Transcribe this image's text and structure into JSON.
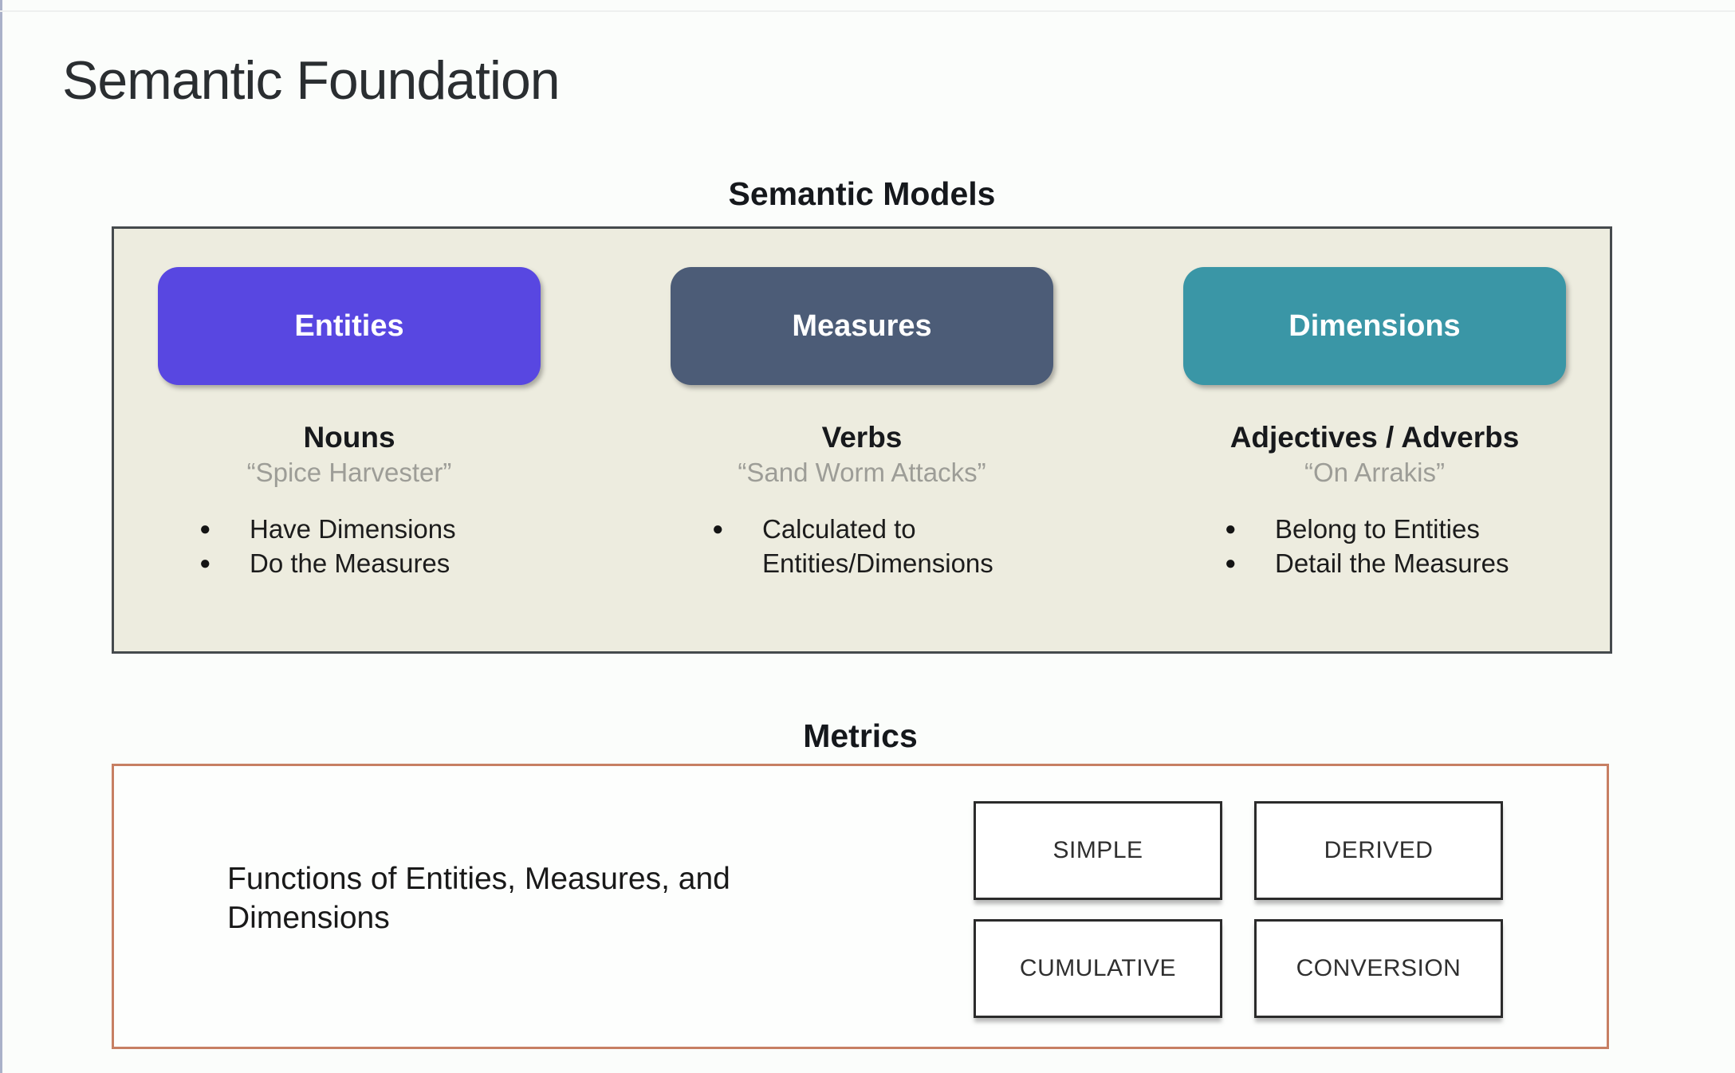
{
  "slide": {
    "title": "Semantic Foundation"
  },
  "colors": {
    "entities_pill": "#5847e1",
    "measures_pill": "#4c5c77",
    "dimensions_pill": "#3a96a6",
    "models_panel_bg": "#edecdf",
    "models_panel_border": "#454a4d",
    "metrics_panel_border": "#c77f63"
  },
  "semantic_models": {
    "heading": "Semantic Models",
    "columns": [
      {
        "button": "Entities",
        "role": "Nouns",
        "example": "“Spice Harvester”",
        "bullets": [
          "Have Dimensions",
          "Do the Measures"
        ]
      },
      {
        "button": "Measures",
        "role": "Verbs",
        "example": "“Sand Worm Attacks”",
        "bullets": [
          "Calculated to Entities/Dimensions"
        ]
      },
      {
        "button": "Dimensions",
        "role": "Adjectives / Adverbs",
        "example": "“On Arrakis”",
        "bullets": [
          "Belong to Entities",
          "Detail the Measures"
        ]
      }
    ]
  },
  "metrics": {
    "heading": "Metrics",
    "description": "Functions of Entities, Measures, and Dimensions",
    "types": [
      "SIMPLE",
      "DERIVED",
      "CUMULATIVE",
      "CONVERSION"
    ]
  }
}
